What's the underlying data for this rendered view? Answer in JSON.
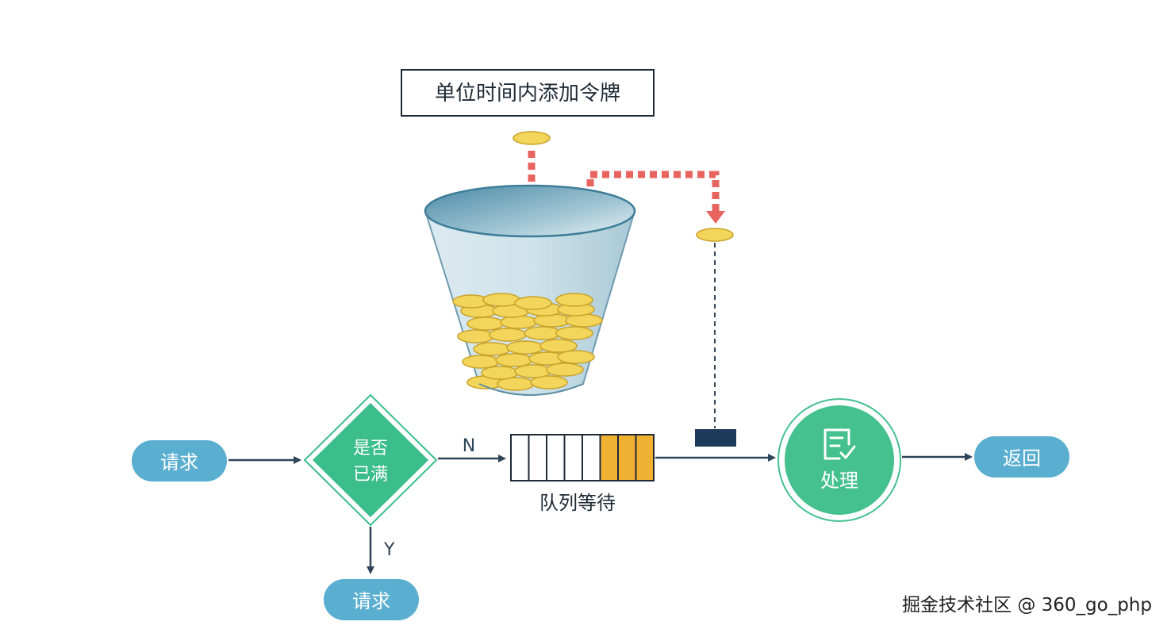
{
  "title_box": {
    "text": "单位时间内添加令牌"
  },
  "nodes": {
    "request_start": "请求",
    "decision": {
      "line1": "是否",
      "line2": "已满"
    },
    "queue_label": "队列等待",
    "process": "处理",
    "return": "返回",
    "request_rejected": "请求"
  },
  "edges": {
    "no_label": "N",
    "yes_label": "Y"
  },
  "watermark": "掘金技术社区 @ 360_go_php",
  "colors": {
    "pill_blue": "#5aaed0",
    "decision_green": "#3bbd8c",
    "process_green": "#45c08f",
    "arrow": "#2f4559",
    "token_gold": "#f2d55a",
    "token_edge": "#c9a22a",
    "queue_orange": "#f0b132",
    "dashed_red": "#e8645f",
    "token_slot": "#1e3a5a"
  },
  "icons": [
    "document-check-icon"
  ],
  "queue": {
    "total_slots": 8,
    "filled_slots": 3
  }
}
